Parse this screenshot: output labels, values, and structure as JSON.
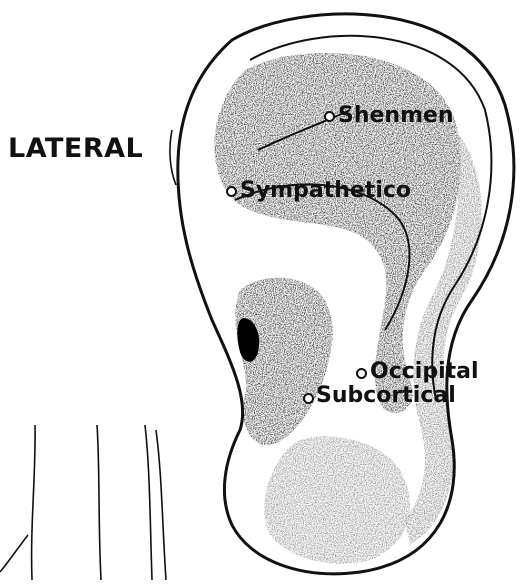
{
  "diagram": {
    "title": "LATERAL",
    "points": [
      {
        "id": "shenmen",
        "label": "Shenmen"
      },
      {
        "id": "sympathetic",
        "label": "Sympathetico"
      },
      {
        "id": "occipital",
        "label": "Occipital"
      },
      {
        "id": "subcortical",
        "label": "Subcortical"
      }
    ]
  },
  "colors": {
    "ink": "#111111",
    "paper": "#ffffff"
  }
}
